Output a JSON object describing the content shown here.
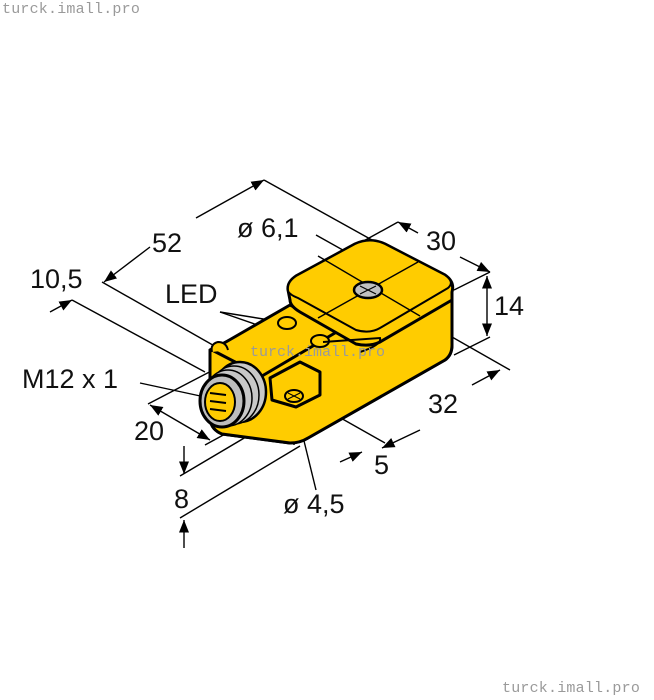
{
  "watermark": {
    "top": "turck.imall.pro",
    "center": "turck.imall.pro",
    "bottom": "turck.imall.pro"
  },
  "colors": {
    "housing": "#FFCC00",
    "outline": "#000000",
    "connector": "#C8C8C8",
    "watermark": "#9A9A9A"
  },
  "drawing": {
    "subject": "rectangular inductive sensor with M12 connector",
    "labels": {
      "led": "LED",
      "connector": "M12 x 1",
      "hole_top": "ø 6,1",
      "hole_mount": "ø 4,5"
    },
    "dimensions": {
      "length": "52",
      "width": "30",
      "height": "14",
      "base_length": "32",
      "offset_left": "10,5",
      "connector_depth": "20",
      "base_height": "8",
      "hole_offset": "5"
    }
  }
}
